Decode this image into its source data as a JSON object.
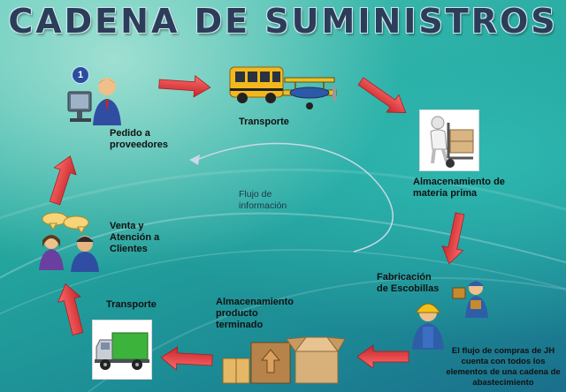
{
  "title": "CADENA DE SUMINISTROS",
  "step_badge": "1",
  "nodes": {
    "pedido": "Pedido a\nproveedores",
    "transporte_top": "Transporte",
    "almacenamiento_mp": "Almacenamiento de\nmateria prima",
    "fabricacion": "Fabricación\nde Escobillas",
    "almacenamiento_pt": "Almacenamiento\nproducto\nterminado",
    "transporte_bottom": "Transporte",
    "venta": "Venta y\nAtención a\nClientes"
  },
  "info_flow": "Flujo de\ninformación",
  "note": "El flujo de compras de JH\ncuenta con todos los\nelementos de una cadena de\nabastecimiento",
  "colors": {
    "arrow": "#e03a3a",
    "title": "#2c3d5a"
  }
}
